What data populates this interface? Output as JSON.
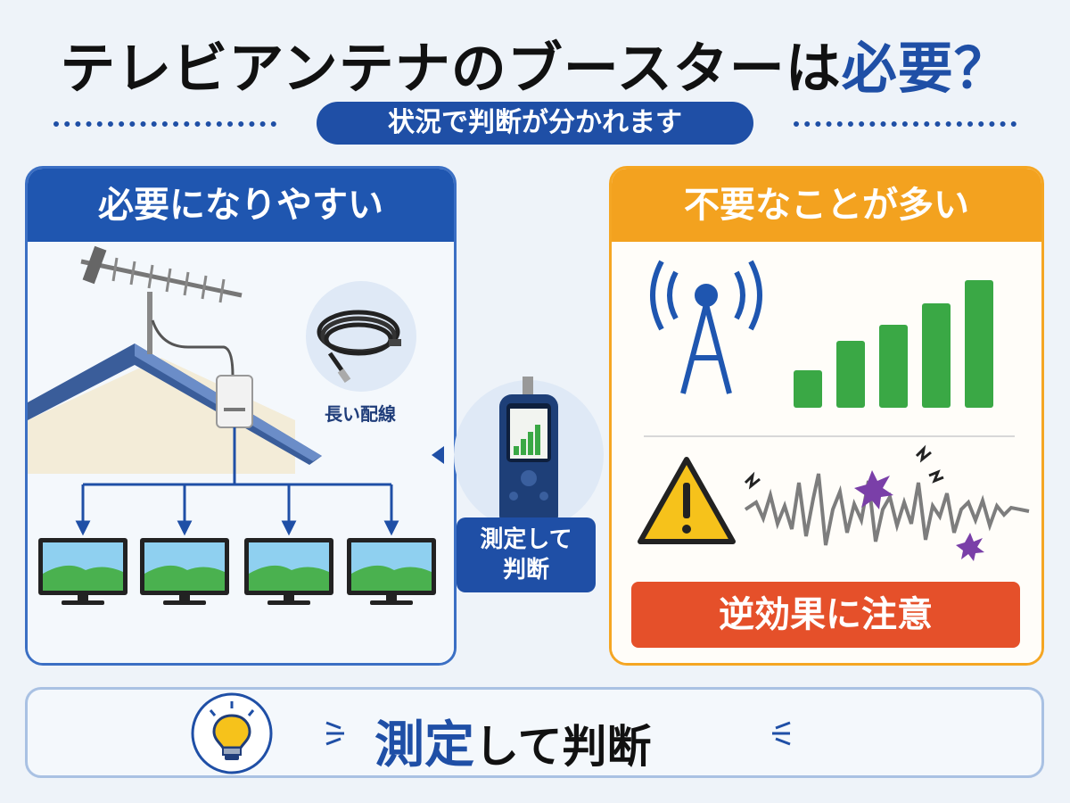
{
  "title": {
    "prefix": "テレビアンテナのブースターは",
    "accent": "必要？"
  },
  "subtitle": "状況で判断が分かれます",
  "left_panel": {
    "heading": "必要になりやすい",
    "cable_label": "長い配線"
  },
  "center": {
    "badge_line1": "測定して",
    "badge_line2": "判断"
  },
  "right_panel": {
    "heading": "不要なことが多い",
    "signal_levels": [
      0.28,
      0.5,
      0.62,
      0.78,
      0.95
    ],
    "warning": "逆効果に注意"
  },
  "bottom": {
    "emphasis": "測定",
    "rest": "して判断"
  },
  "colors": {
    "brand_blue": "#1f4fa6",
    "orange": "#f3a21f",
    "green": "#3aa845",
    "warning_red": "#e5502a",
    "noise_purple": "#7a3fa8"
  }
}
